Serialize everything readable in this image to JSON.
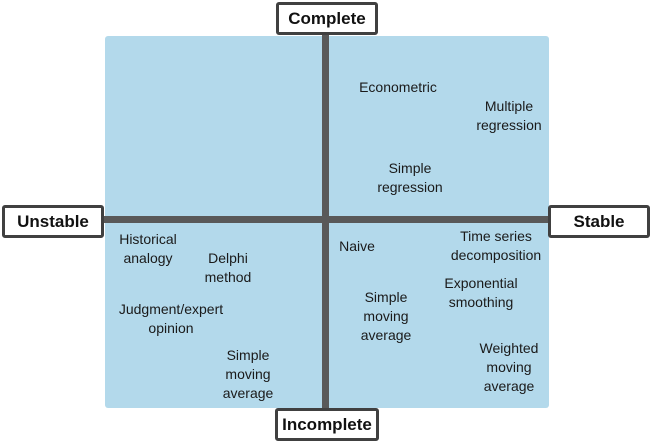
{
  "axis_labels": {
    "top": "Complete",
    "bottom": "Incomplete",
    "left": "Unstable",
    "right": "Stable"
  },
  "quadrants": {
    "top_right": [
      "Econometric",
      "Multiple\nregression",
      "Simple\nregression"
    ],
    "bottom_left": [
      "Historical\nanalogy",
      "Delphi\nmethod",
      "Judgment/expert\nopinion",
      "Simple\nmoving\naverage"
    ],
    "bottom_right": [
      "Naive",
      "Time series\ndecomposition",
      "Exponential\nsmoothing",
      "Simple\nmoving\naverage",
      "Weighted\nmoving\naverage"
    ]
  },
  "colors": {
    "quadrant_fill": "#b3d9eb",
    "axis": "#595959",
    "label_border": "#404040"
  }
}
